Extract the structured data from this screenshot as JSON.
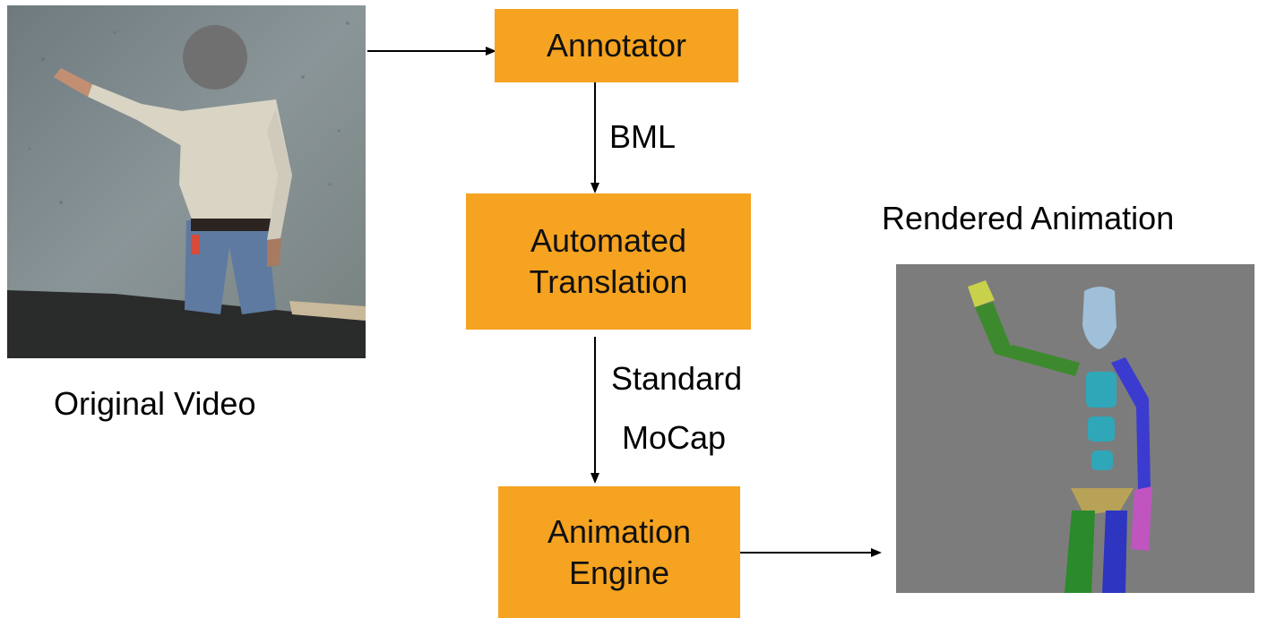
{
  "diagram": {
    "nodes": {
      "annotator": {
        "label": "Annotator"
      },
      "translation": {
        "line1": "Automated",
        "line2": "Translation"
      },
      "engine": {
        "line1": "Animation",
        "line2": "Engine"
      }
    },
    "edges": {
      "bml": {
        "label": "BML"
      },
      "mocap": {
        "line1": "Standard",
        "line2": "MoCap"
      }
    },
    "captions": {
      "original_video": "Original Video",
      "rendered_animation": "Rendered Animation"
    }
  },
  "colors": {
    "box_fill": "#f5a320",
    "arrow": "#000000",
    "render_bg": "#7c7c7c"
  }
}
